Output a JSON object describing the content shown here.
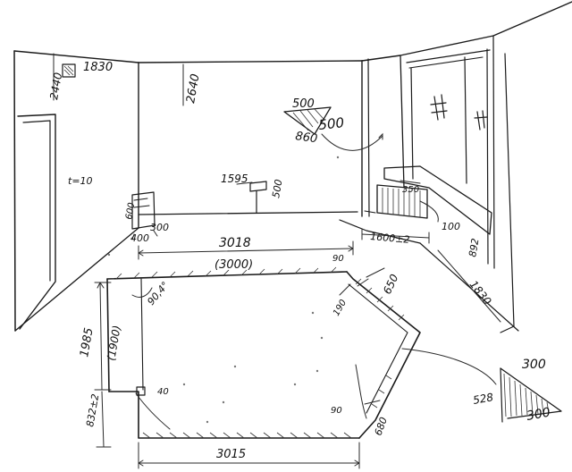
{
  "labels": {
    "ceiling_height_left": "2440",
    "corner_width_top": "1830",
    "ceiling_height_back": "2640",
    "door_thickness": "t=10",
    "hood_width_top": "500",
    "hood_width_side": "500",
    "hood_height": "860",
    "pipe_height": "1595",
    "pipe_offset": "500",
    "box_height": "600",
    "box_width": "400",
    "box_depth": "300",
    "sill_height": "350",
    "sill_depth": "100",
    "window_width": "1600±2",
    "right_wall_height": "892",
    "right_wall_length": "1830",
    "top_length": "3018",
    "top_length_bracket": "(3000)",
    "corner_angle_left": "90,4°",
    "angle_mark_top": "90",
    "diagonal_length": "650",
    "bracket_small": "190",
    "left_length": "1985",
    "left_length_bracket": "(1900)",
    "left_tail": "832±2",
    "small_mark": "40",
    "angle_mark_bottom": "90",
    "bottom_diagonal": "680",
    "bottom_length": "3015",
    "triangle_side_a": "300",
    "triangle_side_b": "300",
    "triangle_hyp": "528"
  }
}
